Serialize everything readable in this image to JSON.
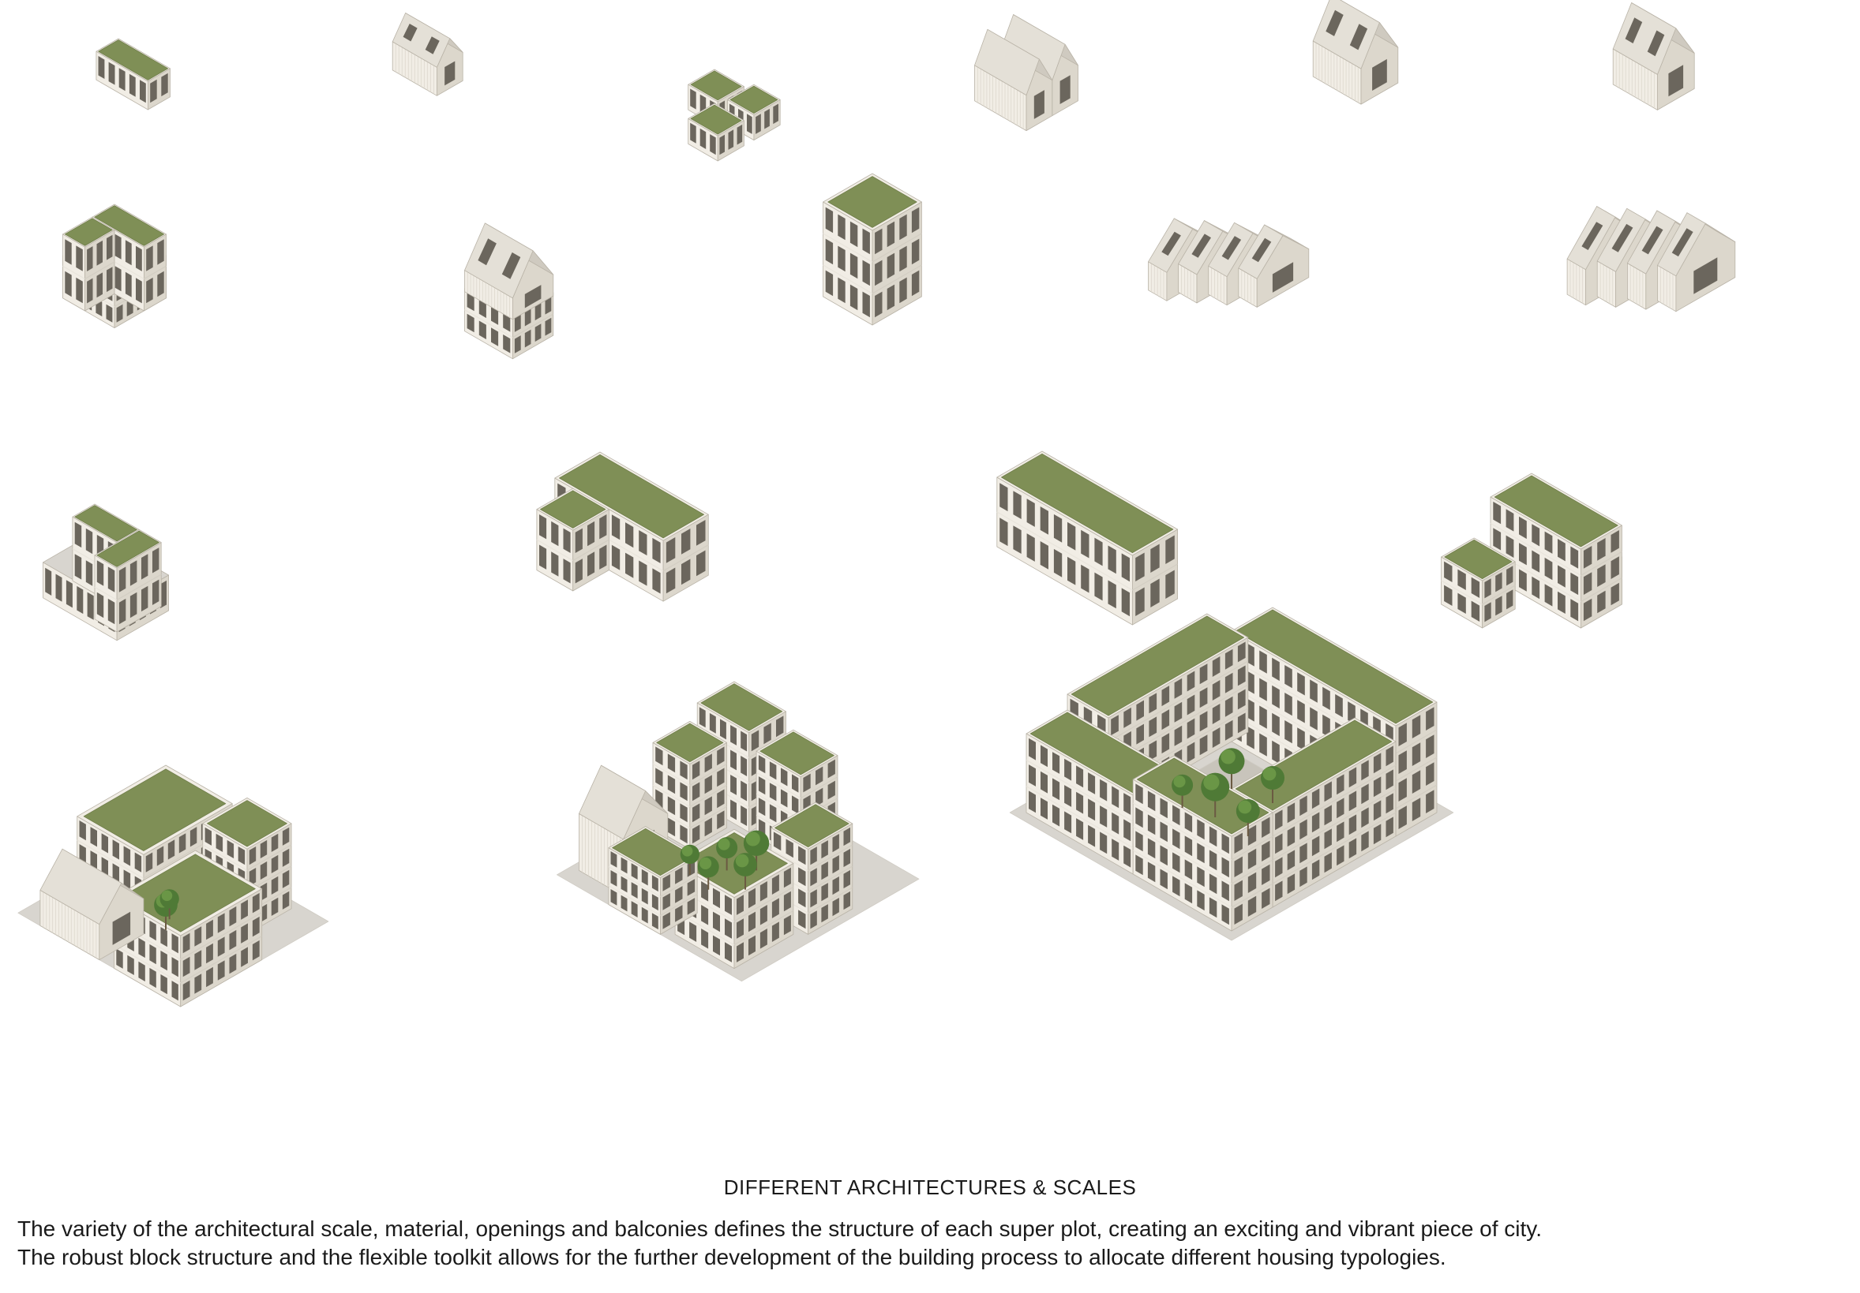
{
  "figure": {
    "title": "DIFFERENT ARCHITECTURES & SCALES",
    "body_lines": [
      "The variety of  the architectural scale, material, openings and balconies defines the structure of each super plot, creating an exciting and vibrant piece of city.",
      "The robust block structure and the flexible toolkit allows for the further development of the building process to allocate different housing typologies."
    ]
  },
  "colors": {
    "green_roof": "#7f8f56",
    "green_roof_light": "#8f9e64",
    "wall_light": "#f1ede5",
    "wall_shade": "#dcd7cc",
    "wall_dark": "#c9c3b7",
    "gable_roof": "#e4e0d7",
    "gable_shade": "#cfcac0",
    "window": "#6b665d",
    "tree": "#4f7a36",
    "tree_light": "#6a9646",
    "paving": "#d8d5cf",
    "text": "#1a1a1a"
  },
  "typologies": [
    {
      "row": 1,
      "kind": "pavilion",
      "roof": "green"
    },
    {
      "row": 1,
      "kind": "small-house",
      "roof": "gable"
    },
    {
      "row": 1,
      "kind": "cluster",
      "roof": "green"
    },
    {
      "row": 1,
      "kind": "twin-gable",
      "roof": "gable"
    },
    {
      "row": 1,
      "kind": "dormer-house",
      "roof": "gable"
    },
    {
      "row": 1,
      "kind": "dormer-house",
      "roof": "gable"
    },
    {
      "row": 2,
      "kind": "l-block",
      "roof": "green"
    },
    {
      "row": 2,
      "kind": "villa",
      "roof": "gable"
    },
    {
      "row": 2,
      "kind": "cube",
      "roof": "green"
    },
    {
      "row": 2,
      "kind": "row-houses",
      "roof": "gable"
    },
    {
      "row": 2,
      "kind": "row-houses",
      "roof": "gable"
    },
    {
      "row": 3,
      "kind": "terrace-block",
      "roof": "green"
    },
    {
      "row": 3,
      "kind": "slab-block",
      "roof": "green"
    },
    {
      "row": 3,
      "kind": "long-slab",
      "roof": "green"
    },
    {
      "row": 3,
      "kind": "stepped-block",
      "roof": "green"
    },
    {
      "row": 4,
      "kind": "super-plot",
      "roof": "green"
    },
    {
      "row": 4,
      "kind": "super-plot",
      "roof": "green"
    },
    {
      "row": 4,
      "kind": "courtyard-block",
      "roof": "green"
    }
  ]
}
